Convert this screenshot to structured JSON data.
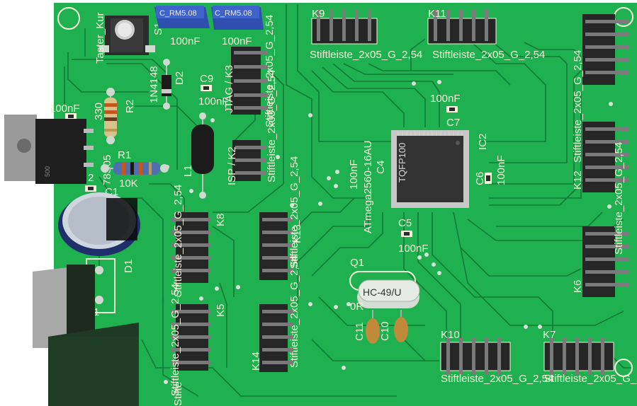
{
  "colors": {
    "board": "#1fb04f",
    "trace": "#127a36",
    "silkscreen": "#f2f5d8",
    "header_pin": "#2a2a2a",
    "pad": "#c8d2c8"
  },
  "icons": [
    "pushbutton-icon",
    "voltage-regulator-icon",
    "electrolytic-capacitor-icon",
    "diode-icon",
    "resistor-icon",
    "inductor-icon",
    "crystal-icon",
    "ic-chip-icon",
    "pin-header-icon",
    "smd-capacitor-icon",
    "mounting-hole-icon"
  ],
  "labels": {
    "s1_cap1": "C_RM5.08",
    "s1_cap2": "C_RM5.08",
    "taster": "Taster_Kur",
    "s1": "S1",
    "cap100nf_top1": "100nF",
    "cap100nf_top2": "100nF",
    "k9": "K9",
    "k11": "K11",
    "stift_k9": "Stiftleiste_2x05_G_2,54",
    "stift_k11": "Stiftleiste_2x05_G_2,54",
    "stift_right": "Stiftleiste_2x05_G_2,54",
    "d2": "D2",
    "d2_val": "1N4148",
    "c9": "C9",
    "c9_val": "100nF",
    "k3": "JTAG / K3",
    "r2": "R2",
    "r2_val": "330",
    "c100nf_left": "100nF",
    "r1": "R1",
    "r1_val": "10K",
    "reg": "78S05",
    "c1": "C1",
    "l1": "L1",
    "k2": "ISP / K2",
    "c7_val": "100nF",
    "c7": "C7",
    "ic2": "IC2",
    "tqfp": "TQFP100",
    "mcu": "ATmega2560-16AU",
    "c4": "C4",
    "c4_val": "100nF",
    "c6": "C6",
    "c6_val": "100nF",
    "k12": "K12",
    "k8": "K8",
    "k13": "K13",
    "d1": "D1",
    "c5": "C5",
    "c5_val": "100nF",
    "q1": "Q1",
    "q1_val": "0R",
    "hc49": "HC-49/U",
    "k5": "K5",
    "k6": "K6",
    "c11": "C11",
    "c10": "C10",
    "k10": "K10",
    "k7": "K7",
    "k14": "K14",
    "stift_k10": "Stiftleiste_2x05_G_2,54",
    "stift_k7": "Stiftleiste_2x05_G_2,54",
    "stift_k13": "Stiftleiste_2x05_G_2,54",
    "stift_k14": "Stiftleiste_2x05_G_2,54",
    "stift_k8": "Stiftleiste_2x05_G_2,54",
    "stift_k5": "Stiftleiste_2x05_G_2,54",
    "stift_k2": "Stiftleiste_2x03_G_2,54",
    "stift_k3": "Stiftleiste_2x05_G_2,54",
    "stift_k6": "Stiftleiste_2x05_G_2,54",
    "stift_bottom": "Stifte",
    "reg_mark": "500",
    "l_mark": "2",
    "one": "1"
  }
}
